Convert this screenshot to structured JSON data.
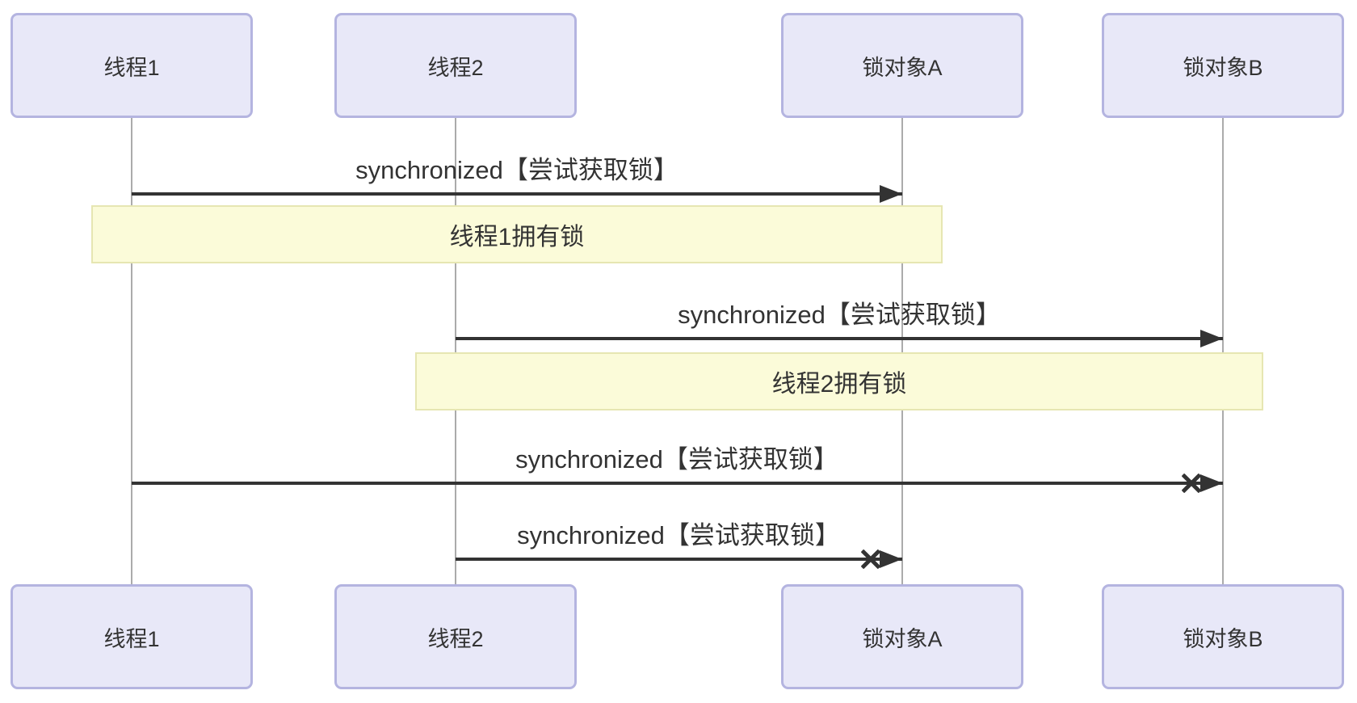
{
  "diagram": {
    "kind": "sequence-diagram",
    "topic": "deadlock between two threads acquiring two locks",
    "colors": {
      "background": "#ffffff",
      "actor_fill": "#e8e8f8",
      "actor_border": "#b4b4e0",
      "note_fill": "#fbfbd9",
      "note_border": "#e6e6b2",
      "message_line": "#333333",
      "lifeline": "#ababab",
      "text": "#333333"
    }
  },
  "actors": [
    {
      "id": "thread1",
      "label": "线程1"
    },
    {
      "id": "thread2",
      "label": "线程2"
    },
    {
      "id": "lockA",
      "label": "锁对象A"
    },
    {
      "id": "lockB",
      "label": "锁对象B"
    }
  ],
  "messages": [
    {
      "from": "线程1",
      "to": "锁对象A",
      "label": "synchronized【尝试获取锁】",
      "result": "acquired"
    },
    {
      "from": "线程2",
      "to": "锁对象B",
      "label": "synchronized【尝试获取锁】",
      "result": "acquired"
    },
    {
      "from": "线程1",
      "to": "锁对象B",
      "label": "synchronized【尝试获取锁】",
      "result": "blocked-cross"
    },
    {
      "from": "线程2",
      "to": "锁对象A",
      "label": "synchronized【尝试获取锁】",
      "result": "blocked-cross"
    }
  ],
  "notes": [
    {
      "over": "线程1,锁对象A",
      "label": "线程1拥有锁"
    },
    {
      "over": "线程2,锁对象B",
      "label": "线程2拥有锁"
    }
  ]
}
